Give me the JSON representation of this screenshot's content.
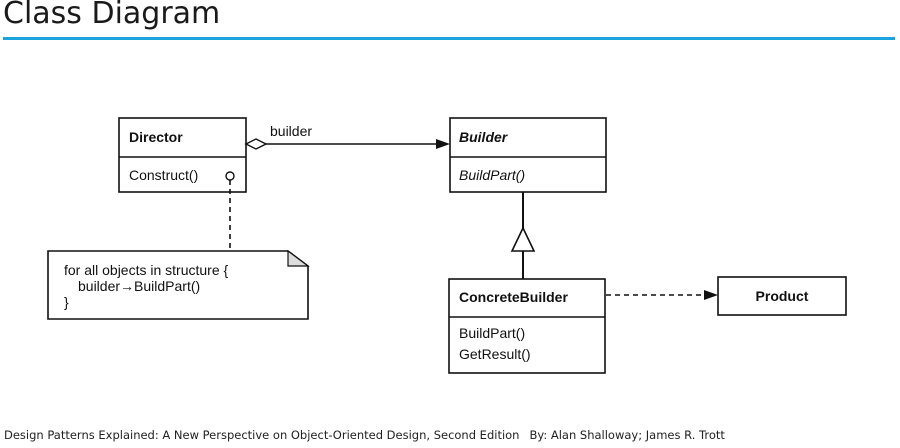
{
  "title": "Class Diagram",
  "classes": {
    "director": {
      "name": "Director",
      "ops": [
        "Construct()"
      ]
    },
    "builder": {
      "name": "Builder",
      "ops": [
        "BuildPart()"
      ]
    },
    "concrete_builder": {
      "name": "ConcreteBuilder",
      "ops": [
        "BuildPart()",
        "GetResult()"
      ]
    },
    "product": {
      "name": "Product"
    }
  },
  "association_label": "builder",
  "note_lines": [
    "for all objects in structure {",
    "builder→BuildPart()",
    "}"
  ],
  "caption": {
    "source": "Design Patterns Explained: A New Perspective on Object-Oriented Design, Second Edition",
    "authors": "By: Alan Shalloway; James R. Trott"
  }
}
